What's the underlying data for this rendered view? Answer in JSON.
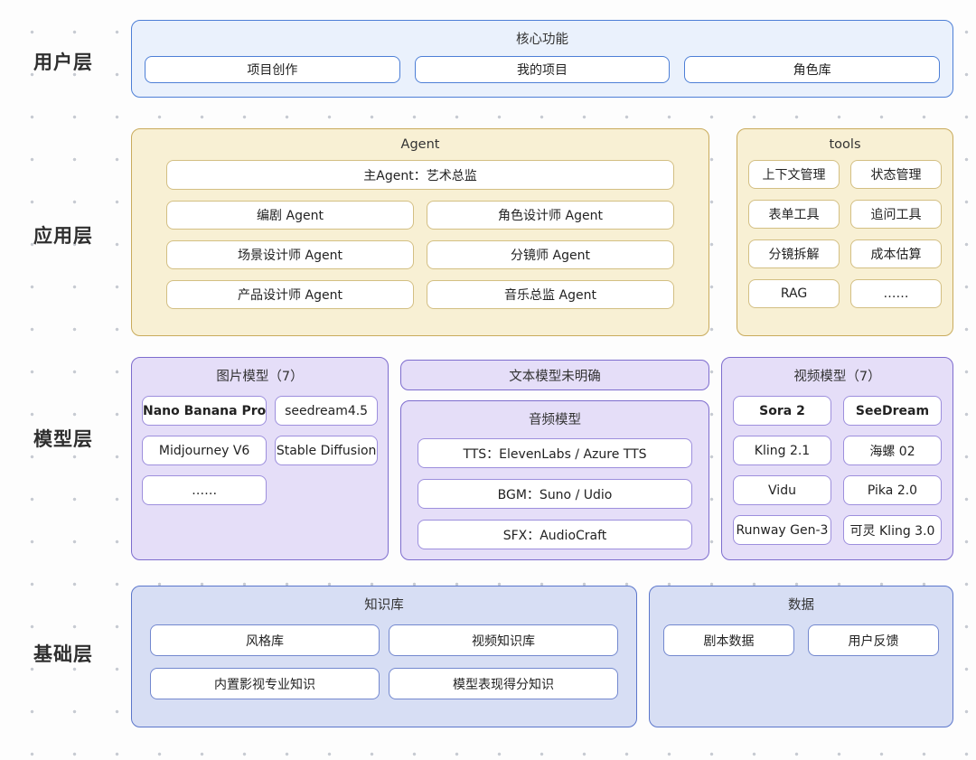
{
  "layers": {
    "user": {
      "label": "用户层",
      "group_title": "核心功能",
      "items": [
        "项目创作",
        "我的项目",
        "角色库"
      ]
    },
    "app": {
      "label": "应用层",
      "agent": {
        "title": "Agent",
        "main": "主Agent：艺术总监",
        "items": [
          "编剧 Agent",
          "角色设计师 Agent",
          "场景设计师 Agent",
          "分镜师 Agent",
          "产品设计师 Agent",
          "音乐总监 Agent"
        ]
      },
      "tools": {
        "title": "tools",
        "items": [
          "上下文管理",
          "状态管理",
          "表单工具",
          "追问工具",
          "分镜拆解",
          "成本估算",
          "RAG",
          "……"
        ]
      }
    },
    "model": {
      "label": "模型层",
      "image": {
        "title": "图片模型（7）",
        "items": [
          "Nano Banana Pro",
          "seedream4.5",
          "Midjourney V6",
          "Stable Diffusion",
          "……"
        ]
      },
      "text_model": {
        "title": "文本模型未明确"
      },
      "audio": {
        "title": "音频模型",
        "items": [
          "TTS：ElevenLabs / Azure TTS",
          "BGM：Suno / Udio",
          "SFX：AudioCraft"
        ]
      },
      "video": {
        "title": "视频模型（7）",
        "items": [
          "Sora 2",
          "SeeDream",
          "Kling 2.1",
          "海螺 02",
          "Vidu",
          "Pika 2.0",
          "Runway Gen-3",
          "可灵 Kling 3.0"
        ]
      }
    },
    "base": {
      "label": "基础层",
      "knowledge": {
        "title": "知识库",
        "items": [
          "风格库",
          "视频知识库",
          "内置影视专业知识",
          "模型表现得分知识"
        ]
      },
      "data": {
        "title": "数据",
        "items": [
          "剧本数据",
          "用户反馈"
        ]
      }
    }
  },
  "colors": {
    "user_fill": "#eaf1fc",
    "user_border": "#4d7fd6",
    "app_fill": "#f8f0d4",
    "app_border": "#c9ab5c",
    "app_item_border": "#d3bf83",
    "model_fill": "#e5def8",
    "model_border": "#7d6cce",
    "model_item_border": "#9d8fdd",
    "base_fill": "#d7def4",
    "base_border": "#5b76cb",
    "base_item_border": "#7388cf",
    "text": "#2b2b2b"
  }
}
